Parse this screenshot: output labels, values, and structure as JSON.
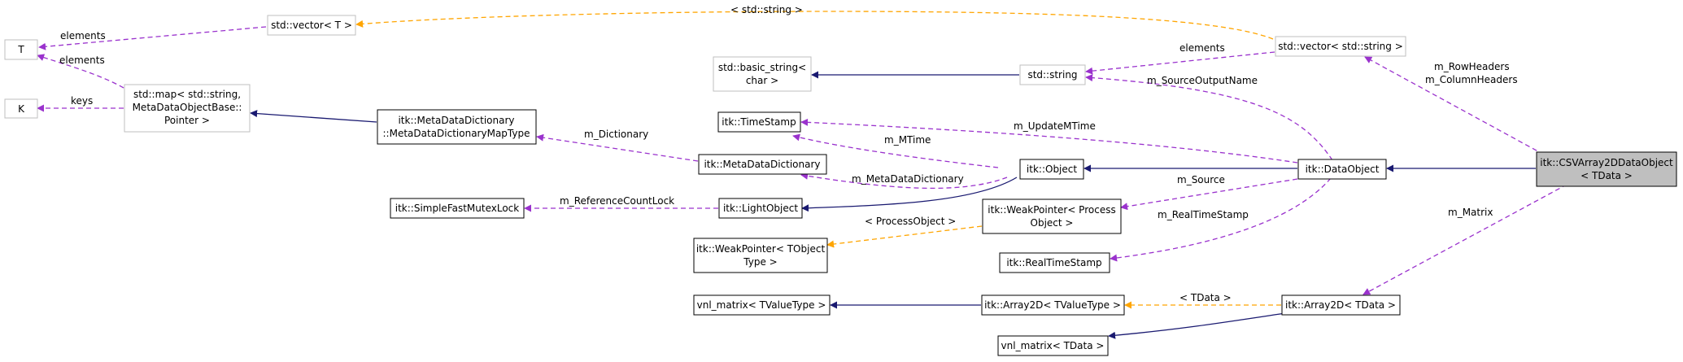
{
  "colors": {
    "inheritance": "#191970",
    "usage": "#9a32cd",
    "template": "#ffa500",
    "focus_fill": "#bfbfbf",
    "external_border": "#bfbfbf"
  },
  "nodes": {
    "T": [
      "T"
    ],
    "K": [
      "K"
    ],
    "vector_T": [
      "std::vector< T >"
    ],
    "map": [
      "std::map< std::string,",
      "MetaDataObjectBase::",
      "Pointer >"
    ],
    "basic_string": [
      "std::basic_string<",
      "char >"
    ],
    "string": [
      "std::string"
    ],
    "vector_string": [
      "std::vector< std::string >"
    ],
    "mdd_map_type": [
      "itk::MetaDataDictionary",
      "::MetaDataDictionaryMapType"
    ],
    "timestamp": [
      "itk::TimeStamp"
    ],
    "mdd": [
      "itk::MetaDataDictionary"
    ],
    "object": [
      "itk::Object"
    ],
    "mutex": [
      "itk::SimpleFastMutexLock"
    ],
    "light_object": [
      "itk::LightObject"
    ],
    "weak_ptr_process": [
      "itk::WeakPointer< Process",
      "Object >"
    ],
    "weak_ptr_tobject": [
      "itk::WeakPointer< TObject",
      "Type >"
    ],
    "real_timestamp": [
      "itk::RealTimeStamp"
    ],
    "data_object": [
      "itk::DataObject"
    ],
    "csv": [
      "itk::CSVArray2DDataObject",
      "< TData >"
    ],
    "vnl_tvalue": [
      "vnl_matrix< TValueType >"
    ],
    "array2d_tvalue": [
      "itk::Array2D< TValueType >"
    ],
    "array2d_tdata": [
      "itk::Array2D< TData >"
    ],
    "vnl_tdata": [
      "vnl_matrix< TData >"
    ]
  },
  "edges": {
    "string_template": "< std::string >",
    "elements_vector": "elements",
    "elements_map": "elements",
    "keys": "keys",
    "elements_string": "elements",
    "row_headers": "m_RowHeaders",
    "column_headers": "m_ColumnHeaders",
    "source_output_name": "m_SourceOutputName",
    "dictionary": "m_Dictionary",
    "update_mtime": "m_UpdateMTime",
    "mtime": "m_MTime",
    "metadata_dictionary": "m_MetaDataDictionary",
    "source": "m_Source",
    "reference_count_lock": "m_ReferenceCountLock",
    "process_object": "< ProcessObject >",
    "real_time_stamp": "m_RealTimeStamp",
    "matrix": "m_Matrix",
    "tdata_template": "< TData >"
  }
}
